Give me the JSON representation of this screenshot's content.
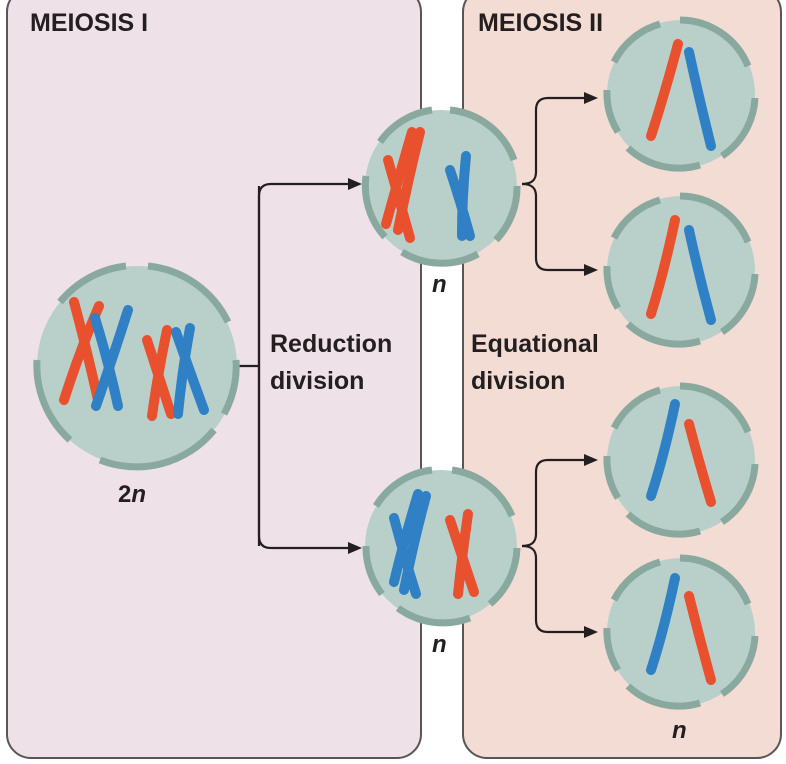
{
  "panels": {
    "meiosis1": {
      "title": "MEIOSIS I",
      "bg": "#efe1e8"
    },
    "meiosis2": {
      "title": "MEIOSIS II",
      "bg": "#f3dcd3"
    }
  },
  "labels": {
    "reduction_line1": "Reduction",
    "reduction_line2": "division",
    "equational_line1": "Equational",
    "equational_line2": "division"
  },
  "ploidy": {
    "parent_num": "2",
    "parent_sym": "n",
    "meiosis1_top": "n",
    "meiosis1_bottom": "n",
    "meiosis2_bottom": "n"
  },
  "colors": {
    "maternal": "#e8502e",
    "paternal": "#2f80c4",
    "cell": "#b9d0ca",
    "cell_ring": "#89a99f"
  }
}
